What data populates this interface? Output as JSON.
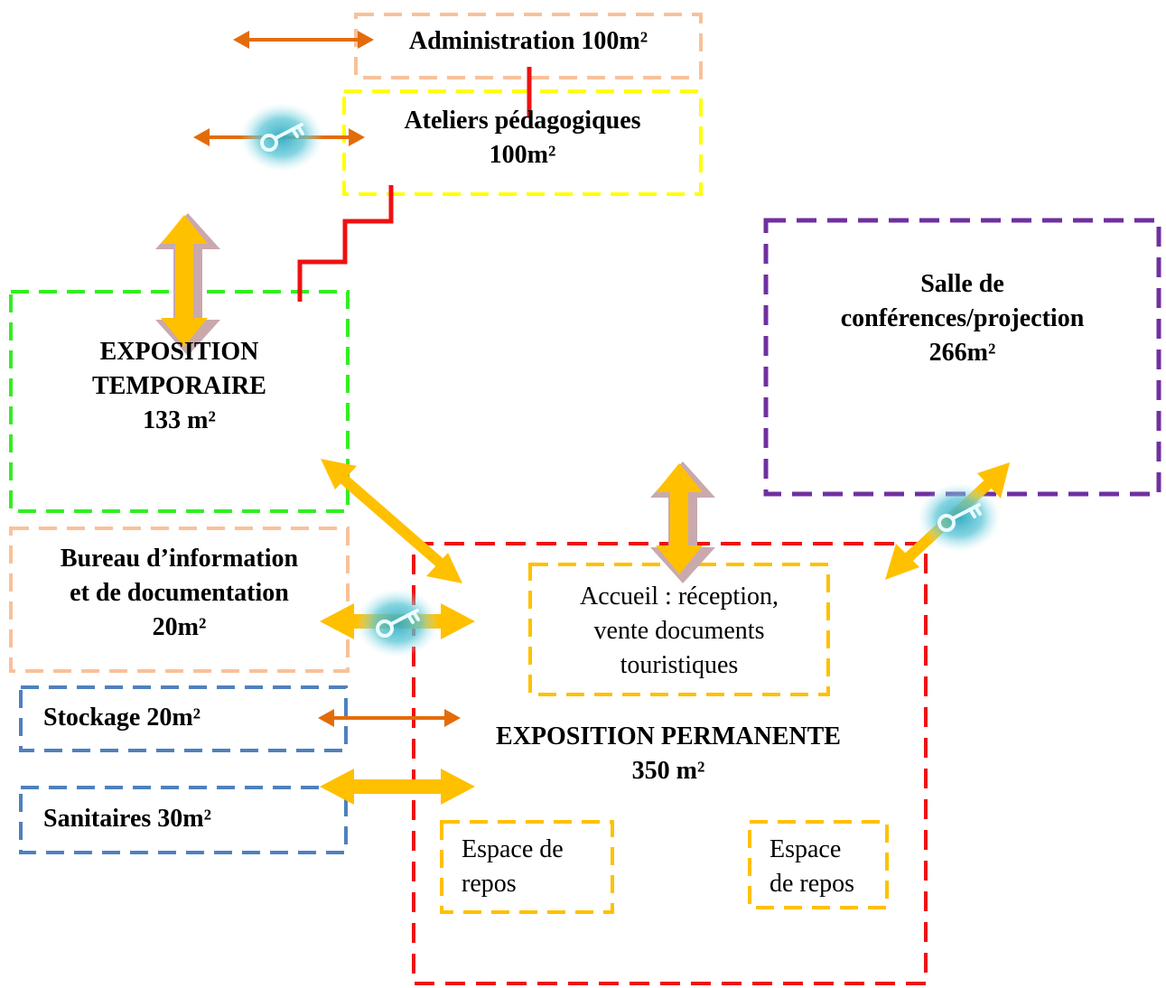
{
  "rooms": {
    "administration": {
      "name": "Administration",
      "area": "100m²",
      "color": "#f8c19a"
    },
    "ateliers": {
      "name": "Ateliers pédagogiques",
      "area": "100m²",
      "color": "#ffff00"
    },
    "salle_conferences": {
      "line1": "Salle de",
      "line2": "conférences/projection",
      "area": "266m²",
      "color": "#7030a0"
    },
    "expo_temporaire": {
      "line1": "EXPOSITION",
      "line2": "TEMPORAIRE",
      "area": "133 m²",
      "color": "#33ee22"
    },
    "bureau_information": {
      "line1": "Bureau d’information",
      "line2": "et de documentation",
      "area": "20m²",
      "color": "#f8c19a"
    },
    "stockage": {
      "name": "Stockage",
      "area": "20m²",
      "color": "#4f81bd"
    },
    "sanitaires": {
      "name": "Sanitaires",
      "area": "30m²",
      "color": "#4f81bd"
    },
    "expo_permanente": {
      "name": "EXPOSITION PERMANENTE",
      "area": "350 m²",
      "color": "#ee1111"
    },
    "accueil": {
      "line1": "Accueil : réception,",
      "line2": "vente documents",
      "line3": "touristiques",
      "color": "#ffc000"
    },
    "espace_repos_1": {
      "line1": "Espace de",
      "line2": "repos",
      "color": "#ffc000"
    },
    "espace_repos_2": {
      "line1": "Espace",
      "line2": "de repos",
      "color": "#ffc000"
    }
  },
  "legend_colors": {
    "thin_arrow": "#e36c0a",
    "thick_arrow": "#ffc000",
    "stair_line": "#ee1111",
    "key_glow": "#4bc0d0"
  }
}
